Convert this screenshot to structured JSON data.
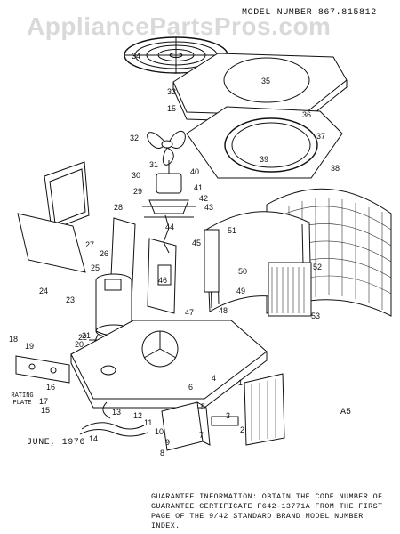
{
  "header": {
    "model_number": "MODEL NUMBER 867.815812"
  },
  "watermark": {
    "text": "AppliancePartsPros.com"
  },
  "footer": {
    "date": "JUNE, 1976",
    "page_ref": "A5",
    "guarantee": "GUARANTEE INFORMATION: OBTAIN THE CODE NUMBER OF GUARANTEE CERTIFICATE F642-13771A FROM THE FIRST PAGE OF THE 9/42 STANDARD BRAND MODEL NUMBER INDEX."
  },
  "labels": {
    "rating_plate": "RATING PLATE"
  },
  "part_numbers": [
    "1",
    "2",
    "3",
    "4",
    "5",
    "6",
    "7",
    "8",
    "9",
    "10",
    "11",
    "12",
    "13",
    "14",
    "15",
    "15",
    "16",
    "17",
    "18",
    "19",
    "20",
    "21",
    "22",
    "23",
    "24",
    "25",
    "26",
    "27",
    "28",
    "29",
    "30",
    "31",
    "32",
    "33",
    "34",
    "35",
    "36",
    "37",
    "38",
    "39",
    "40",
    "41",
    "42",
    "43",
    "44",
    "45",
    "46",
    "47",
    "48",
    "49",
    "50",
    "51",
    "52",
    "53"
  ]
}
